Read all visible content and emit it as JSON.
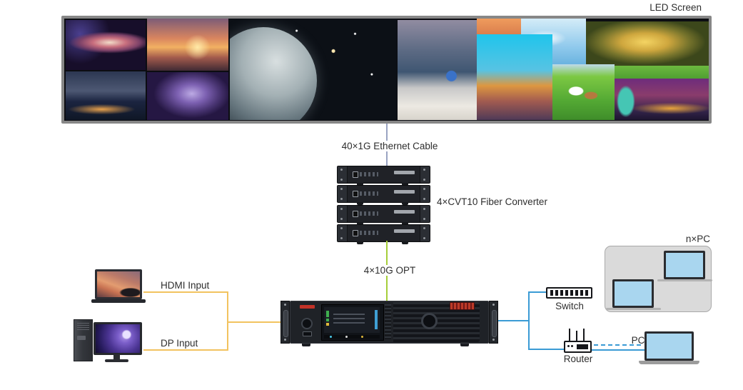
{
  "labels": {
    "led_screen": "LED Screen",
    "ethernet_cable": "40×1G Ethernet Cable",
    "fiber_converter": "4×CVT10 Fiber Converter",
    "opt": "4×10G OPT",
    "hdmi_input": "HDMI Input",
    "dp_input": "DP Input",
    "switch": "Switch",
    "router": "Router",
    "pc": "PC",
    "n_pc": "n×PC"
  },
  "connection_colors": {
    "video_input_lines": "#f2c35f",
    "ethernet_line": "#9aa3c2",
    "fiber_opt_line": "#a6ce39",
    "network_lines": "#3a9bd5"
  },
  "devices": {
    "fiber_converter_count": 4,
    "npc_monitor_count": 2
  }
}
